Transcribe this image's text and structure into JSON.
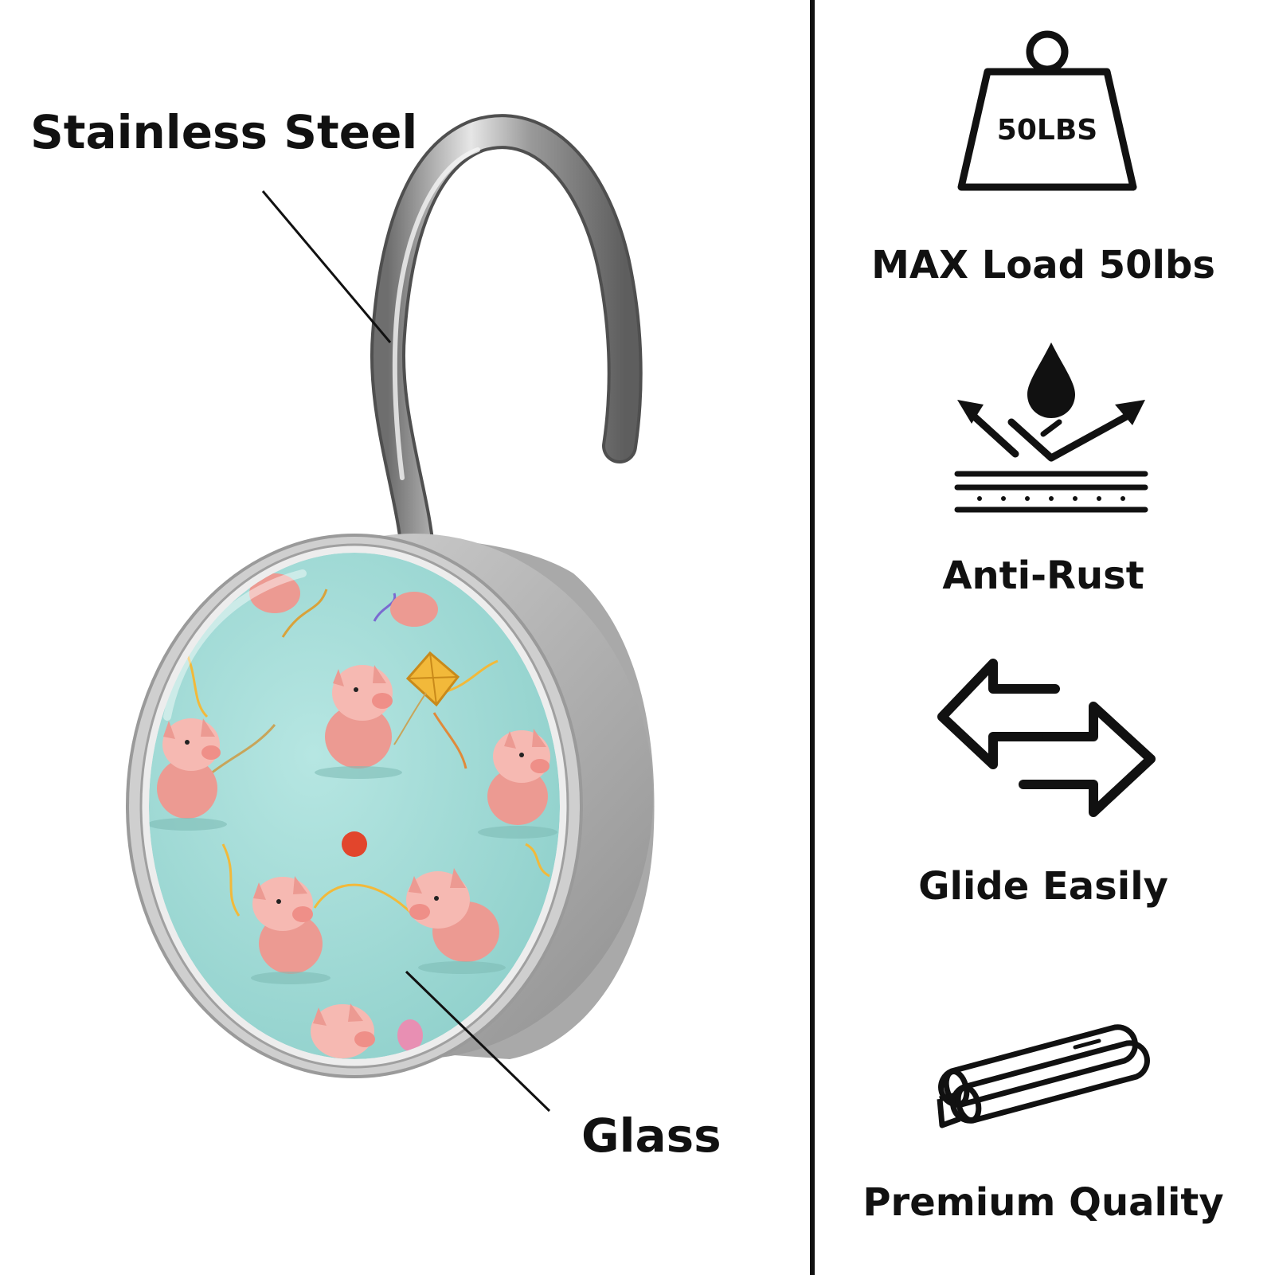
{
  "callouts": {
    "stainless_steel": "Stainless Steel",
    "glass": "Glass"
  },
  "features": [
    {
      "icon": "weight-icon",
      "label": "MAX Load 50lbs",
      "icon_text": "50LBS"
    },
    {
      "icon": "water-repel-icon",
      "label": "Anti-Rust"
    },
    {
      "icon": "glide-arrows-icon",
      "label": "Glide Easily"
    },
    {
      "icon": "rods-icon",
      "label": "Premium Quality"
    }
  ],
  "colors": {
    "glass_background": "#9fd9d6",
    "metal": "#b8b8b8",
    "pig": "#f3a6a0",
    "kite": "#f2b93a",
    "ink": "#111111"
  }
}
